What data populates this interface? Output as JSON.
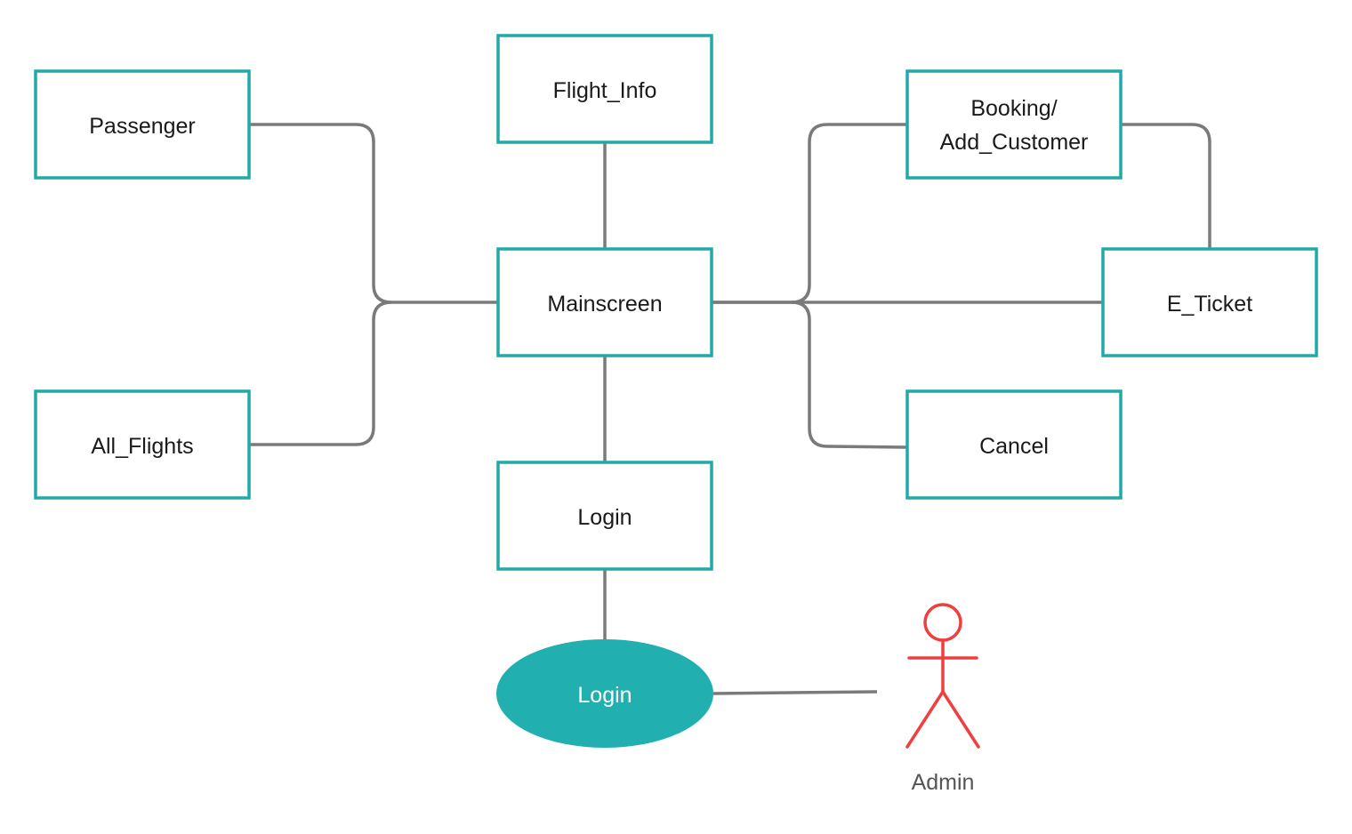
{
  "colors": {
    "box_border": "#21a9a9",
    "connector": "#7a7a7a",
    "ellipse_fill": "#22afaf",
    "ellipse_text": "#ffffff",
    "actor": "#ef3f3f",
    "actor_label": "#555555",
    "text": "#1a1a1a"
  },
  "nodes": {
    "passenger": {
      "label": "Passenger"
    },
    "all_flights": {
      "label": "All_Flights"
    },
    "flight_info": {
      "label": "Flight_Info"
    },
    "mainscreen": {
      "label": "Mainscreen"
    },
    "login_box": {
      "label": "Login"
    },
    "booking": {
      "label_line1": "Booking/",
      "label_line2": "Add_Customer"
    },
    "e_ticket": {
      "label": "E_Ticket"
    },
    "cancel": {
      "label": "Cancel"
    }
  },
  "use_case": {
    "label": "Login",
    "shape": "ellipse"
  },
  "actor": {
    "label": "Admin",
    "icon": "stick-figure-actor-icon"
  },
  "connections": [
    [
      "passenger",
      "mainscreen"
    ],
    [
      "all_flights",
      "mainscreen"
    ],
    [
      "flight_info",
      "mainscreen"
    ],
    [
      "mainscreen",
      "booking"
    ],
    [
      "mainscreen",
      "e_ticket"
    ],
    [
      "mainscreen",
      "cancel"
    ],
    [
      "booking",
      "e_ticket"
    ],
    [
      "mainscreen",
      "login_box"
    ],
    [
      "login_box",
      "use_case"
    ],
    [
      "use_case",
      "actor"
    ]
  ]
}
